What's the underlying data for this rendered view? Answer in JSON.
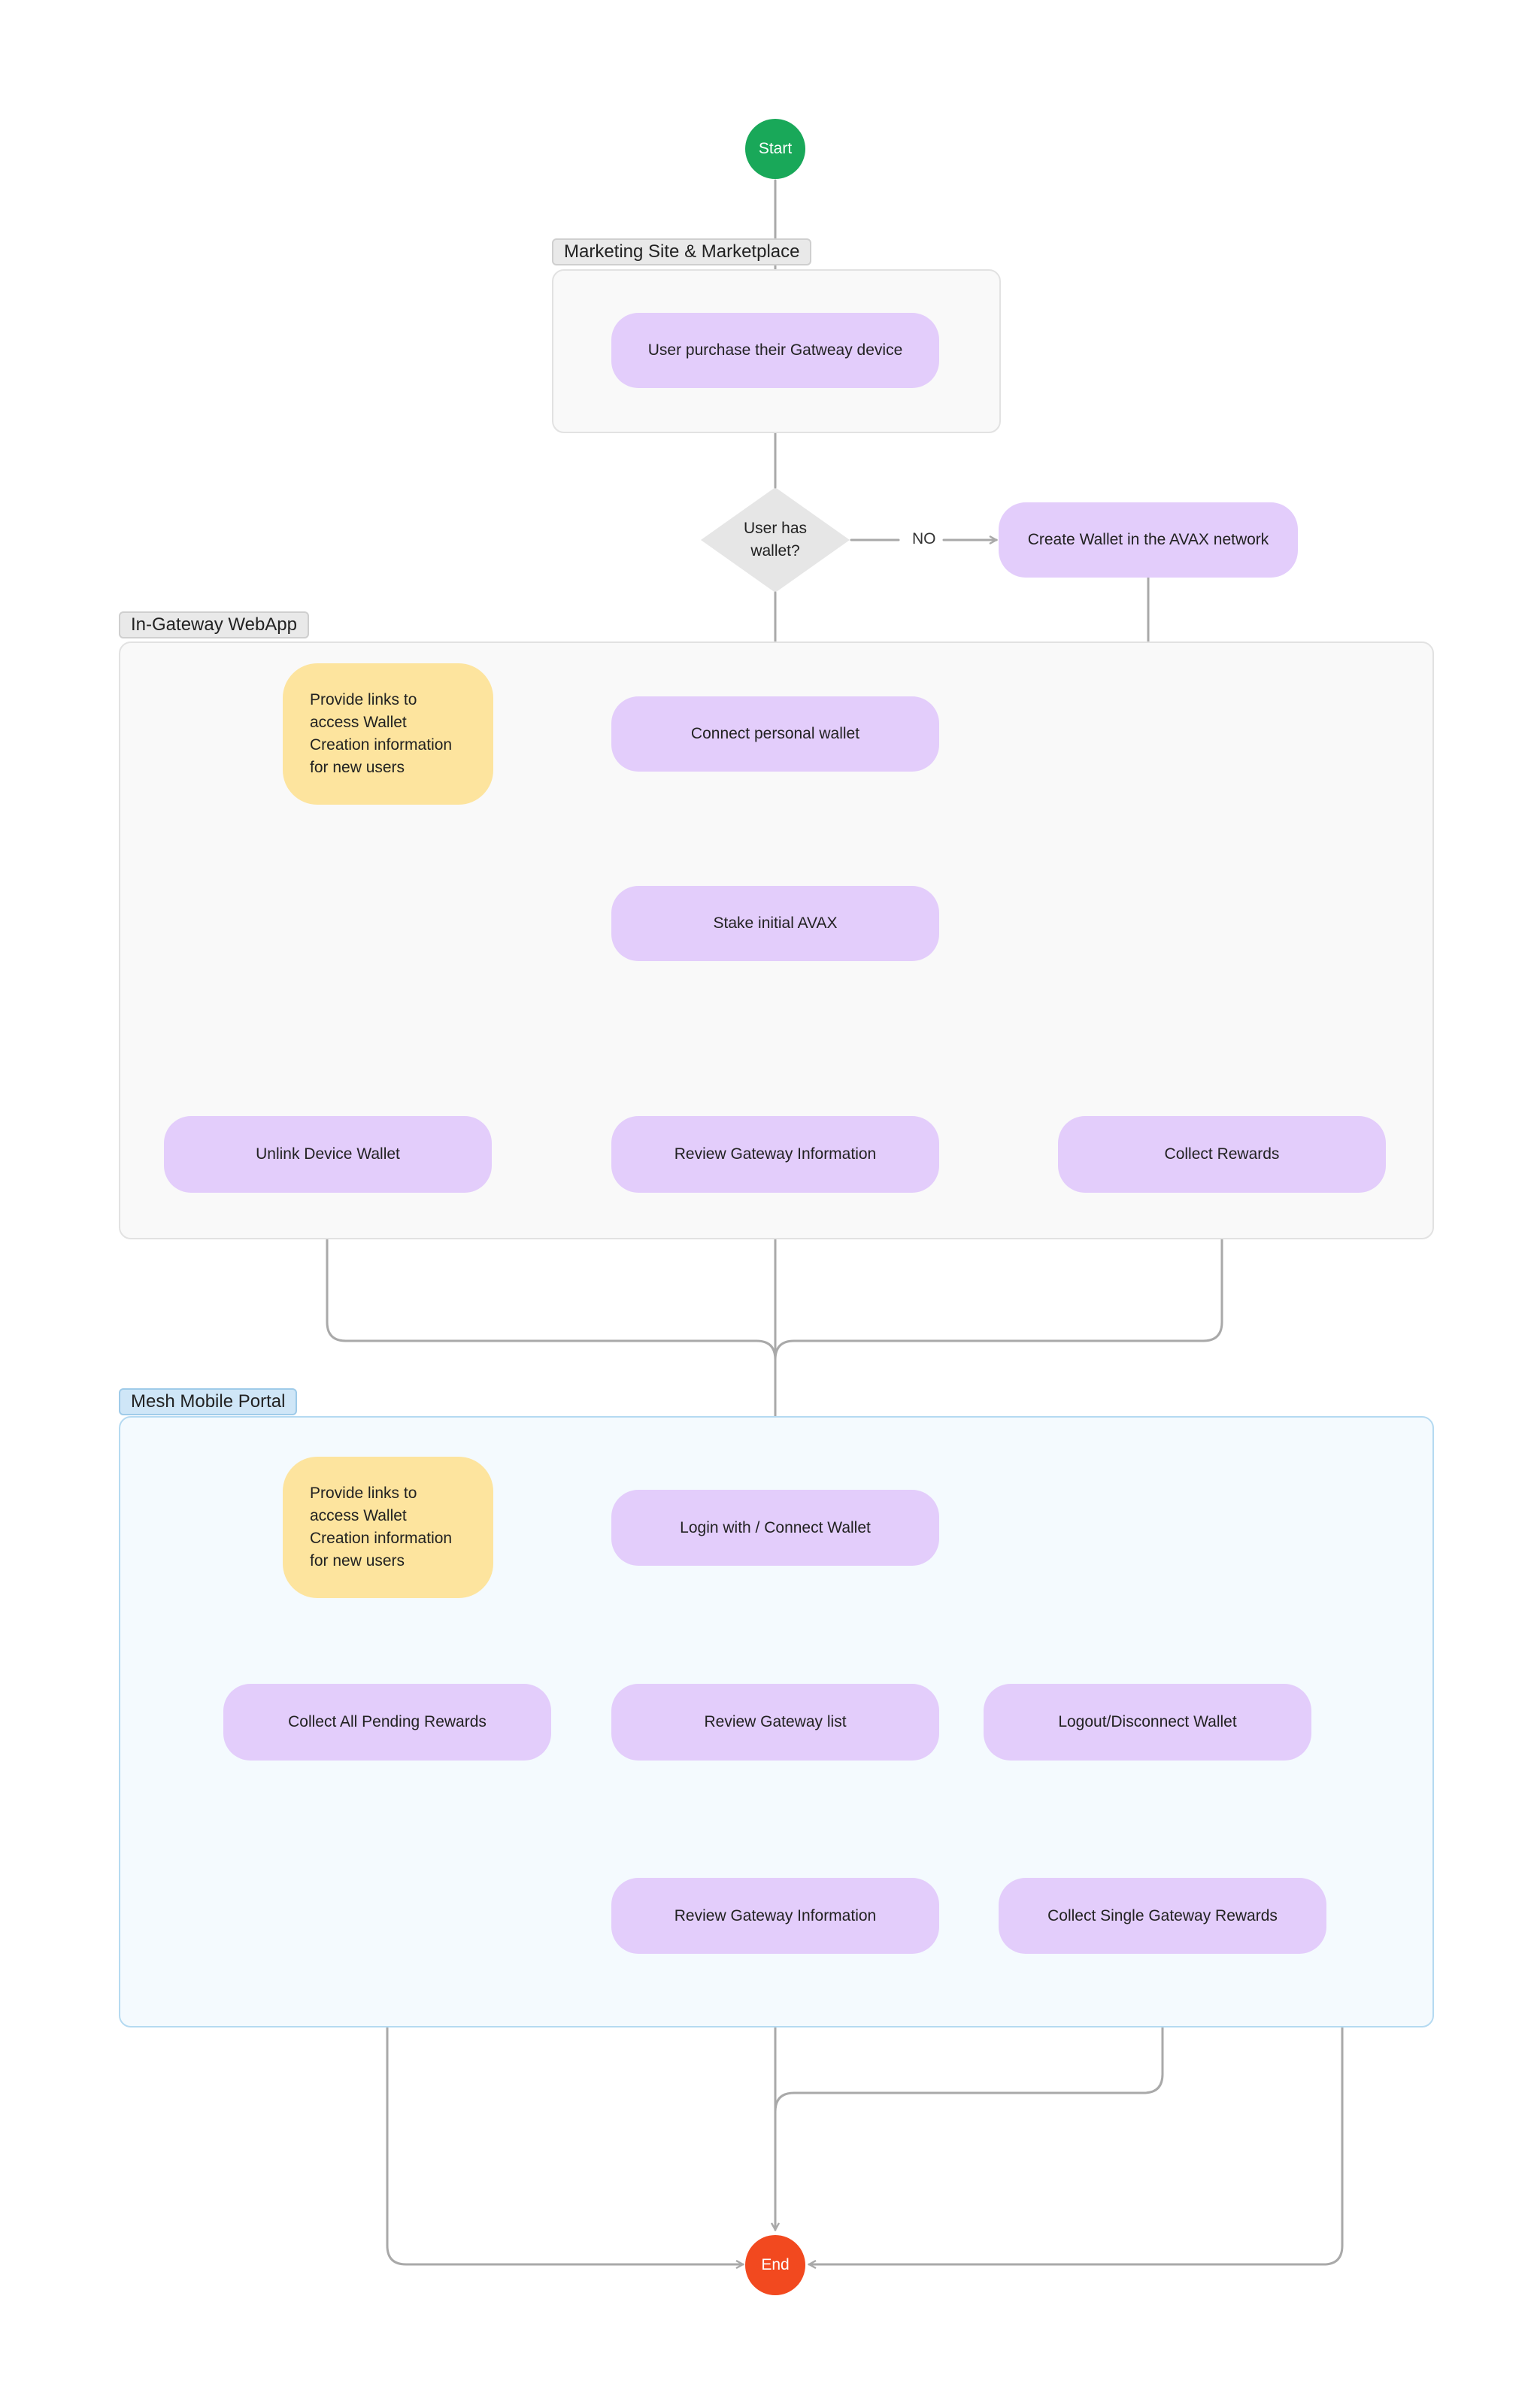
{
  "regions": {
    "marketing": "Marketing Site & Marketplace",
    "webapp": "In-Gateway WebApp",
    "mobile": "Mesh Mobile Portal"
  },
  "terminals": {
    "start": "Start",
    "end": "End"
  },
  "decision": {
    "label": "User has\nwallet?",
    "no_label": "NO"
  },
  "nodes": {
    "purchase": "User purchase their Gatweay device",
    "create_wallet": "Create Wallet in the AVAX network",
    "connect_wallet": "Connect personal wallet",
    "stake": "Stake initial AVAX",
    "unlink": "Unlink Device Wallet",
    "review_info_webapp": "Review Gateway Information",
    "collect_rewards": "Collect Rewards",
    "login": "Login with / Connect Wallet",
    "collect_all": "Collect All Pending Rewards",
    "review_list": "Review Gateway list",
    "logout": "Logout/Disconnect Wallet",
    "review_info_mobile": "Review Gateway Information",
    "collect_single": "Collect Single Gateway Rewards"
  },
  "notes": {
    "webapp_note": "Provide links to\naccess Wallet\nCreation information\nfor new users",
    "mobile_note": "Provide links to\naccess Wallet\nCreation information\nfor new users"
  },
  "colors": {
    "process": "#e3cdfb",
    "note": "#fde49e",
    "start": "#19a859",
    "end": "#f2491f",
    "decision": "#e6e6e6",
    "connector": "#a9a9a9"
  }
}
